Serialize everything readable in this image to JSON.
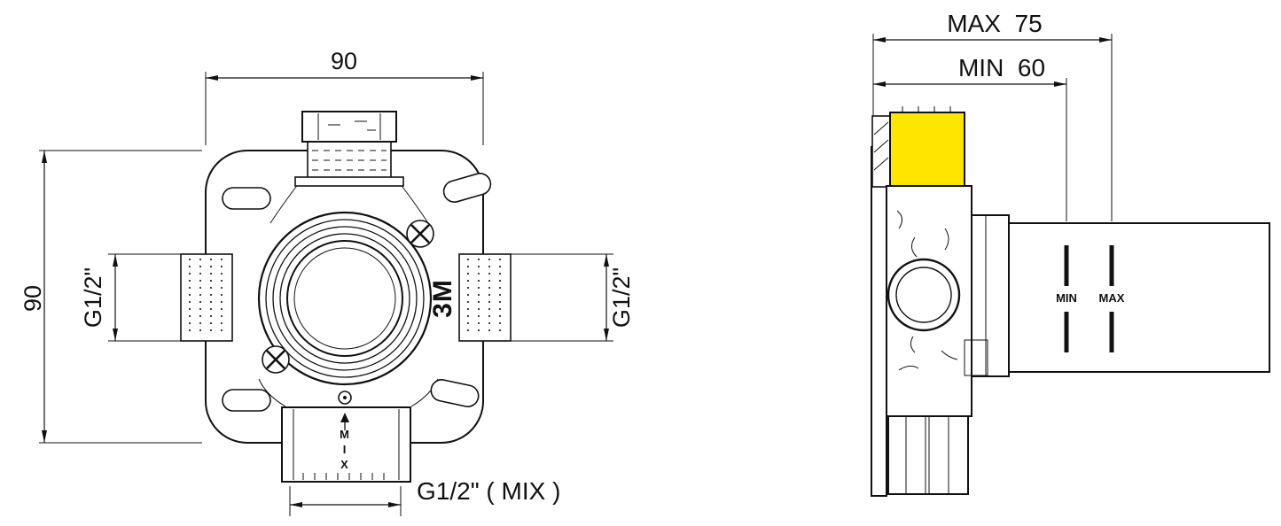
{
  "front_view": {
    "top_width_dim": "90",
    "left_height_dim": "90",
    "left_port_label": "G1/2\"",
    "right_port_label": "G1/2\"",
    "body_marking": "3M",
    "mix_flow_label": "MIX",
    "bottom_outlet_label": "G1/2\" ( MIX )"
  },
  "side_view": {
    "max_depth_label": "MAX  75",
    "min_depth_label": "MIN  60",
    "wall_line_min_label": "MIN",
    "wall_line_max_label": "MAX"
  },
  "colors": {
    "line": "#111111",
    "background": "#ffffff",
    "highlight": "#ffe600"
  }
}
